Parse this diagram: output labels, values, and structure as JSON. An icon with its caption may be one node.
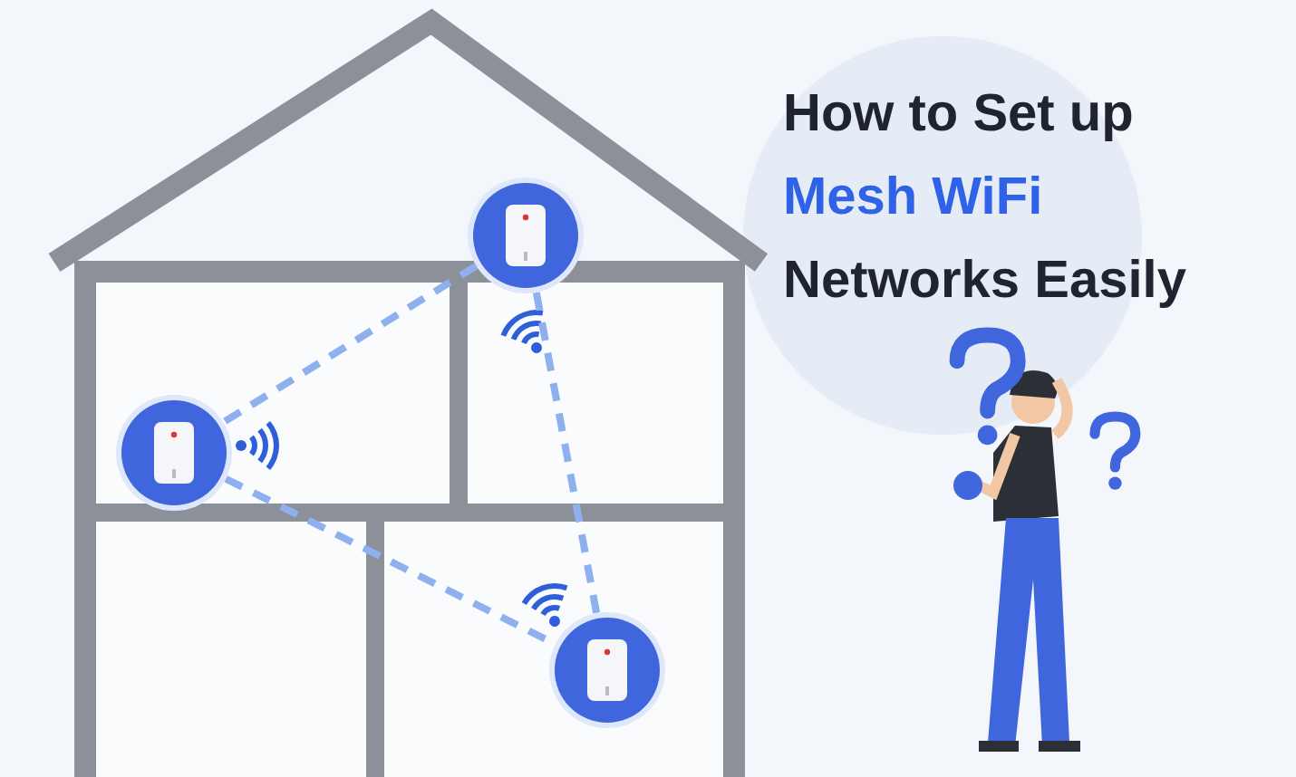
{
  "diagram": {
    "title": "How to Set up **Mesh WiFi** Networks Easily",
    "nodes": [
      {
        "text": [],
        "shape": "circle"
      },
      {
        "text": [],
        "shape": "circle"
      },
      {
        "text": [],
        "shape": "circle"
      }
    ],
    "edges": [
      {
        "from": 0,
        "to": 1,
        "arrow": "none",
        "style": "dashed"
      },
      {
        "from": 0,
        "to": 2,
        "arrow": "none",
        "style": "dashed"
      },
      {
        "from": 1,
        "to": 2,
        "arrow": "none",
        "style": "dashed"
      }
    ]
  }
}
